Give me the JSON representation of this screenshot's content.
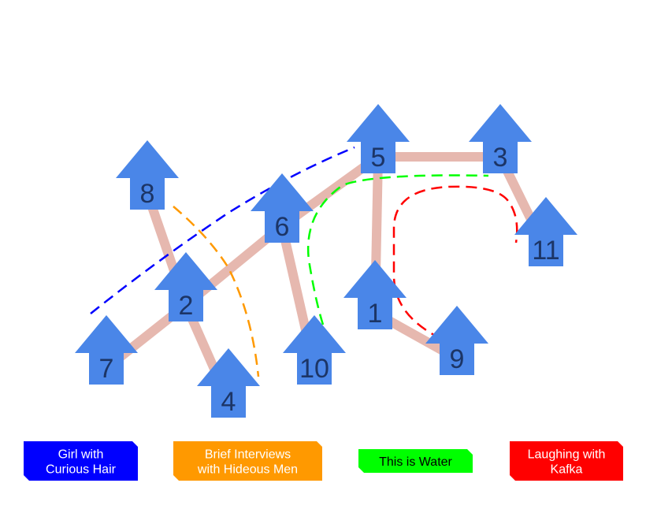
{
  "nodes": [
    {
      "id": "1",
      "label": "1"
    },
    {
      "id": "2",
      "label": "2"
    },
    {
      "id": "3",
      "label": "3"
    },
    {
      "id": "4",
      "label": "4"
    },
    {
      "id": "5",
      "label": "5"
    },
    {
      "id": "6",
      "label": "6"
    },
    {
      "id": "7",
      "label": "7"
    },
    {
      "id": "8",
      "label": "8"
    },
    {
      "id": "9",
      "label": "9"
    },
    {
      "id": "10",
      "label": "10"
    },
    {
      "id": "11",
      "label": "11"
    }
  ],
  "edges": [
    [
      "5",
      "3"
    ],
    [
      "3",
      "11"
    ],
    [
      "5",
      "6"
    ],
    [
      "5",
      "1"
    ],
    [
      "1",
      "9"
    ],
    [
      "6",
      "2"
    ],
    [
      "6",
      "10"
    ],
    [
      "2",
      "7"
    ],
    [
      "2",
      "4"
    ],
    [
      "8",
      "2"
    ]
  ],
  "routes": [
    {
      "name": "Girl with Curious Hair",
      "lines": [
        "Girl with",
        "Curious Hair"
      ],
      "color": "#0000ff",
      "text_color": "#ffffff"
    },
    {
      "name": "Brief Interviews with Hideous Men",
      "lines": [
        "Brief Interviews",
        "with Hideous Men"
      ],
      "color": "#ff9900",
      "text_color": "#ffffff"
    },
    {
      "name": "This is Water",
      "lines": [
        "This is Water"
      ],
      "color": "#00ff00",
      "text_color": "#000000"
    },
    {
      "name": "Laughing with Kafka",
      "lines": [
        "Laughing with",
        "Kafka"
      ],
      "color": "#ff0000",
      "text_color": "#ffffff"
    }
  ],
  "colors": {
    "house": "#4a86e8",
    "house_text": "#1c3566",
    "edge": "#e6b8af"
  }
}
